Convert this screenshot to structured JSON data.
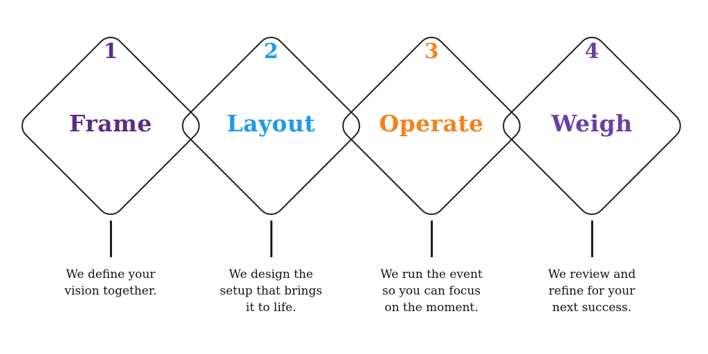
{
  "figure": {
    "type": "process-steps-diagram",
    "background_color": "#ffffff",
    "outline_color": "#1c1c1c",
    "text_color": "#101010"
  },
  "steps": [
    {
      "number": "1",
      "title": "Frame",
      "color": "#5B2C87",
      "description": "We define your vision together."
    },
    {
      "number": "2",
      "title": "Layout",
      "color": "#1E9BE8",
      "description": "We design the setup that brings it to life."
    },
    {
      "number": "3",
      "title": "Operate",
      "color": "#F5821F",
      "description": "We run the event so you can focus on the moment."
    },
    {
      "number": "4",
      "title": "Weigh",
      "color": "#6B3FA6",
      "description": "We review and refine for your next success."
    }
  ]
}
